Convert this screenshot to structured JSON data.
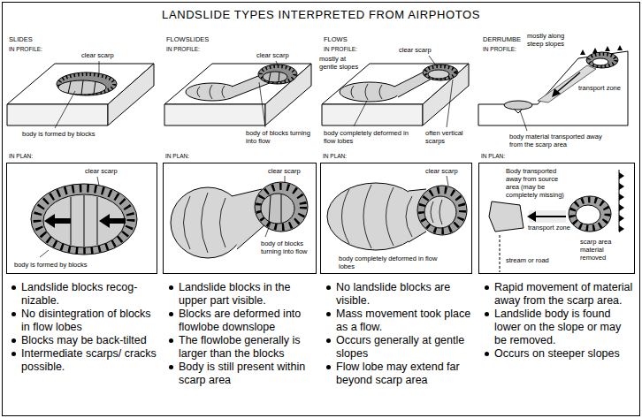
{
  "diagram": {
    "title": "LANDSLIDE TYPES INTERPRETED FROM AIRPHOTOS",
    "nodes": [
      {
        "text": [
          "IN PLAN:",
          "clear scarp",
          "body is formed by blocks"
        ]
      },
      {
        "text": [
          "IN PLAN:",
          "clear scarp",
          "body of blocks turning into flow"
        ]
      },
      {
        "text": [
          "IN PLAN:",
          "clear scarp",
          "body completely deformed in flow lobes"
        ]
      },
      {
        "text": [
          "IN PLAN:",
          "Body transported away from source area (may be completely missing)",
          "transport zone",
          "scarp area material removed",
          "stream or road"
        ]
      }
    ],
    "labels": [
      "SLIDES",
      "IN PROFILE:",
      "clear scarp",
      "body is formed by blocks",
      "FLOWSLIDES",
      "IN PROFILE:",
      "clear scarp",
      "body of blocks turning into flow",
      "FLOWS",
      "IN PROFILE:",
      "clear scarp",
      "mostly at gentle slopes",
      "often vertical scarps",
      "body completely deformed in flow lobes",
      "DERRUMBE",
      "IN PROFILE:",
      "mostly along steep slopes",
      "transport zone",
      "body material transported away from the scarp area",
      "Landslide blocks recog- nizable.",
      "No disintegration of blocks in flow lobes",
      "Blocks may be back-tilted",
      "Intermediate scarps/ cracks possible.",
      "Landslide blocks in the upper part visible.",
      "Blocks are deformed into flowlobe downslope",
      "The flowlobe generally is larger than the blocks",
      "Body is still present within scarp area",
      "No landslide blocks are visible.",
      "Mass movement took place as a flow.",
      "Occurs generally at gentle slopes",
      "Flow lobe may extend far beyond scarp area",
      "Rapid movement of material away from the scarp area.",
      "Landslide body is found lower on the slope or may be removed.",
      "Occurs on steeper slopes"
    ]
  }
}
